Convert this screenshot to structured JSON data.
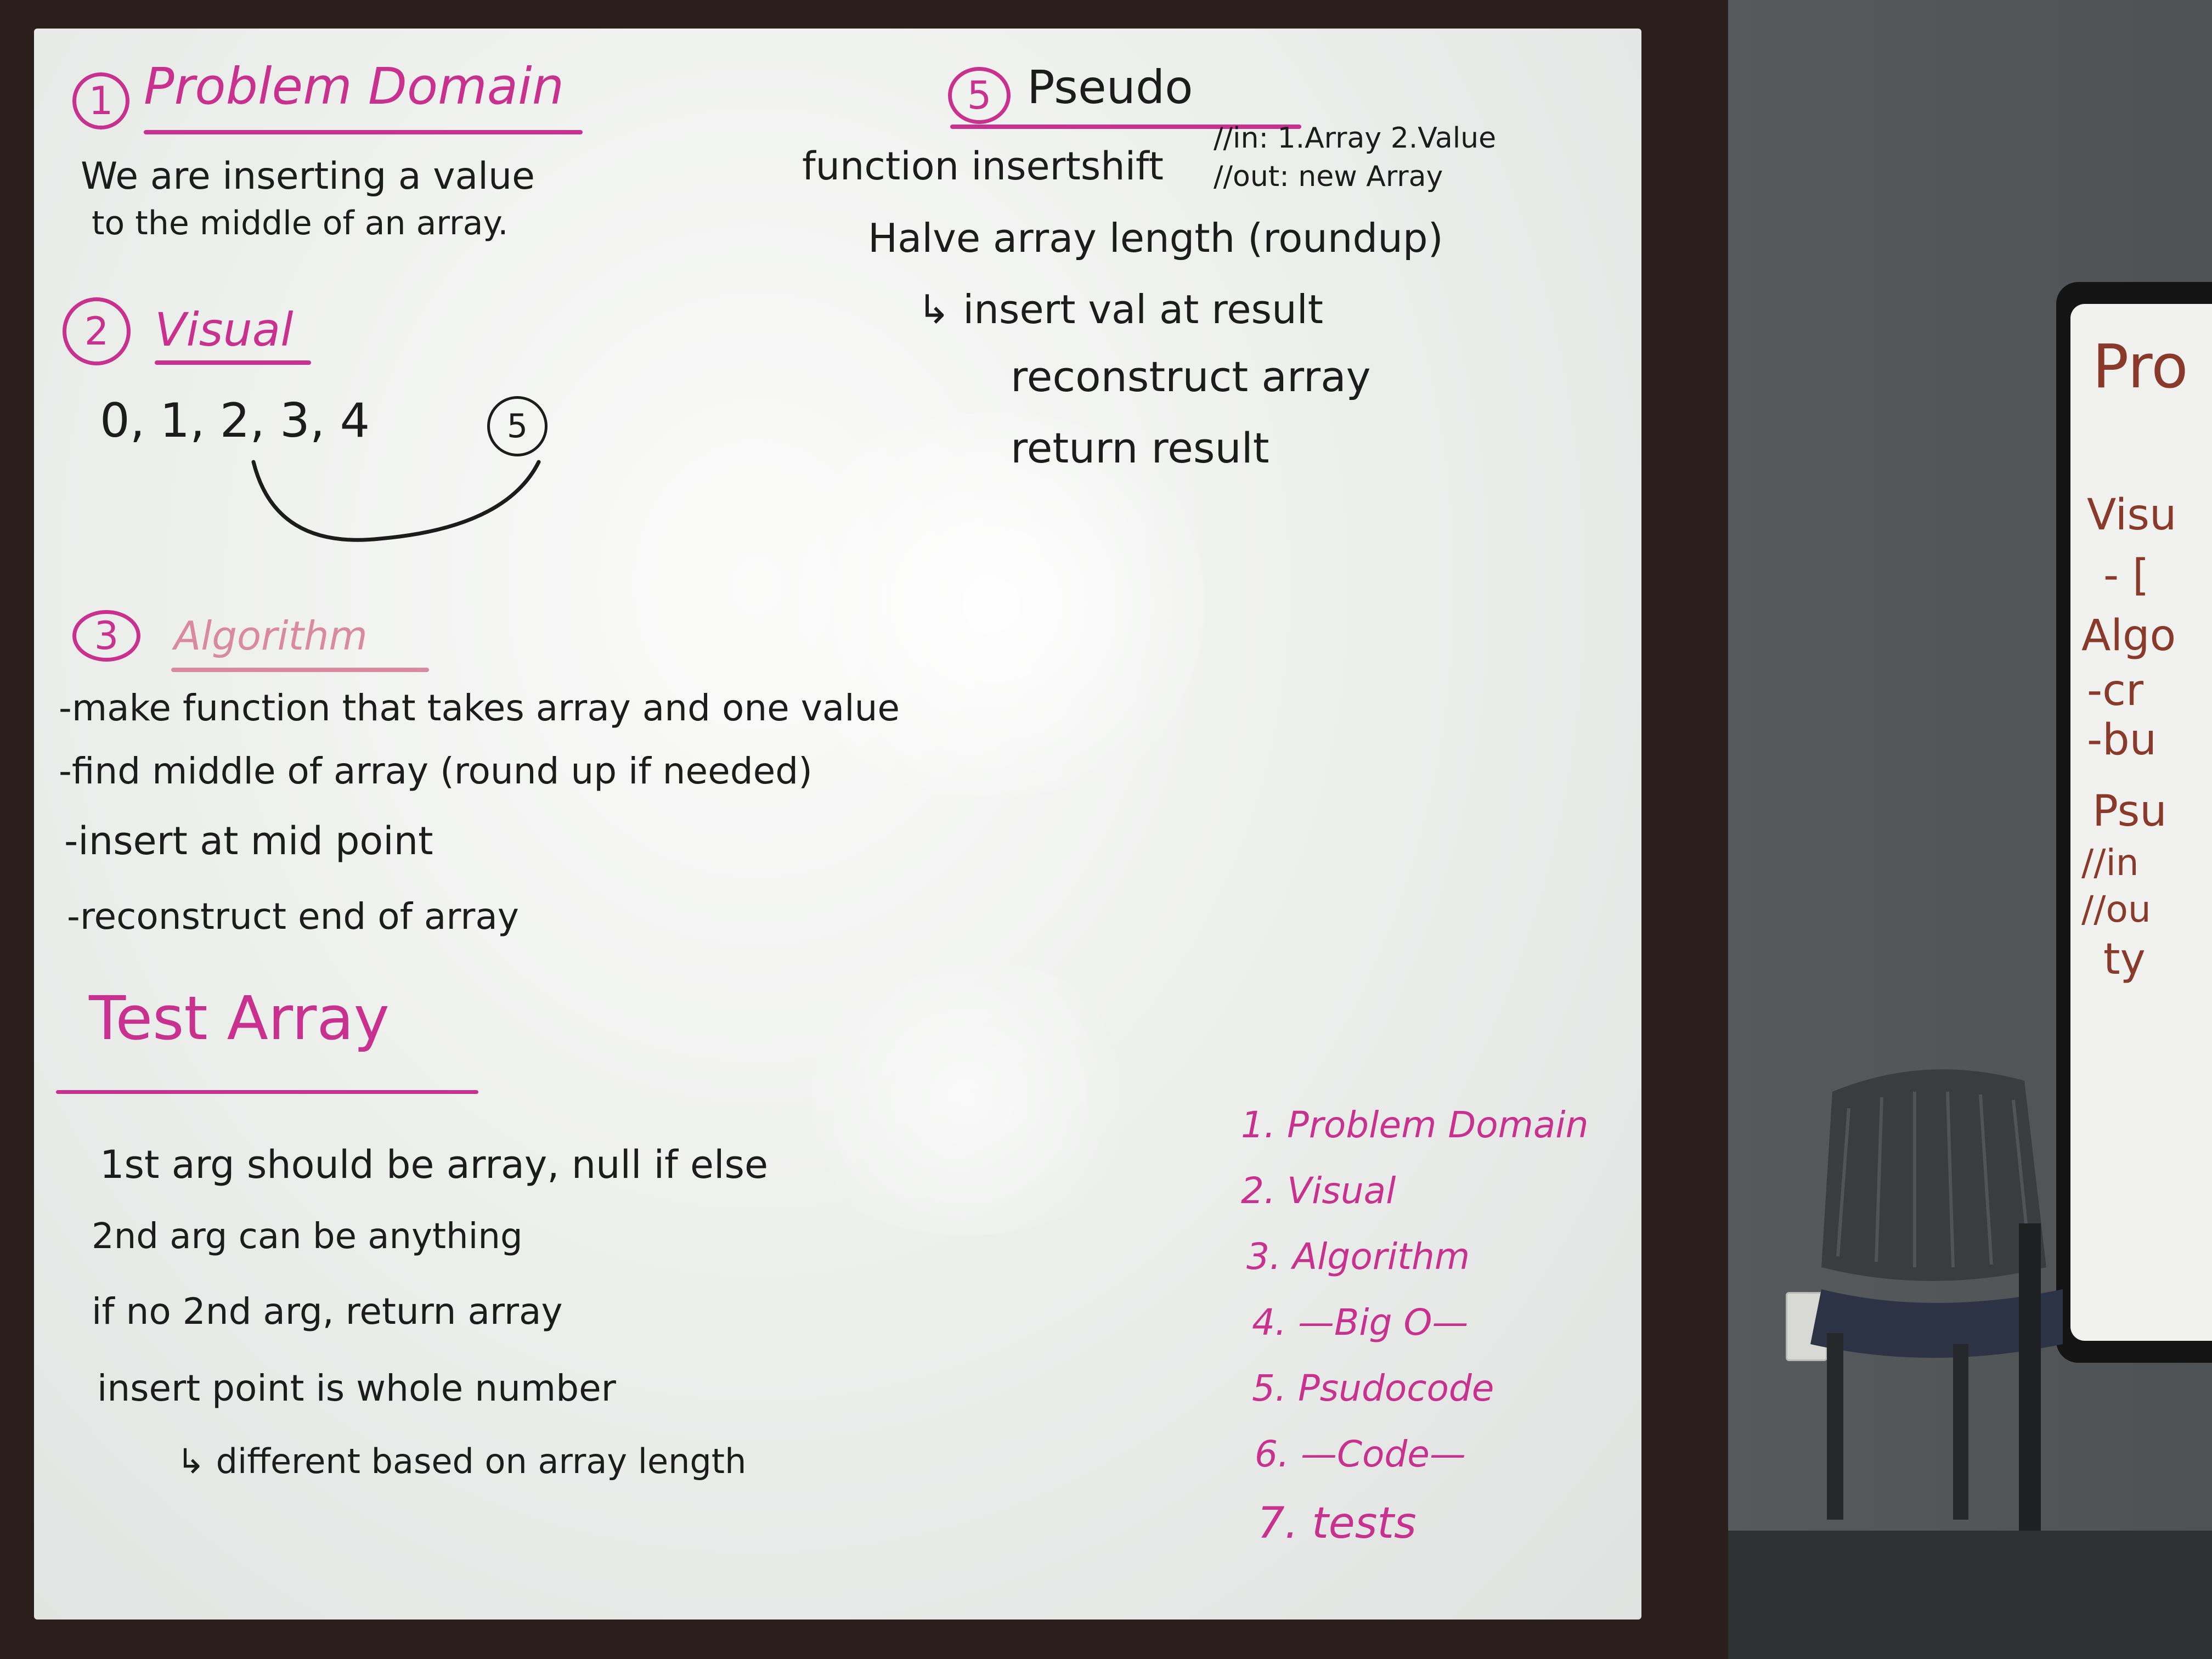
{
  "board": {
    "problem_domain": {
      "number": "1",
      "title": "Problem Domain",
      "lines": [
        "We are inserting a value",
        "to the middle of an array."
      ]
    },
    "visual": {
      "number": "2",
      "title": "Visual",
      "sequence": "0, 1, 2, 3, 4",
      "inserted": "5"
    },
    "algorithm": {
      "number": "3",
      "title": "Algorithm",
      "steps": [
        "-make function that takes array and one value",
        "-find middle of array (round up if needed)",
        "-insert at mid point",
        "-reconstruct end of array"
      ]
    },
    "test_array": {
      "title": "Test Array",
      "lines": [
        "1st arg should be array, null if else",
        "2nd arg can be anything",
        "if no 2nd arg, return array",
        "insert point is whole number",
        "↳ different based on array length"
      ]
    },
    "pseudo": {
      "number": "5",
      "title": "Pseudo",
      "signature": "function insertshift",
      "comment_in": "//in: 1.Array 2.Value",
      "comment_out": "//out: new Array",
      "lines": [
        "Halve array length (roundup)",
        "↳ insert val at result",
        "reconstruct array",
        "return result"
      ]
    },
    "checklist": [
      "1. Problem Domain",
      "2. Visual",
      "3. Algorithm",
      "4. —Big O—",
      "5. Psudocode",
      "6. —Code—",
      "7. tests"
    ]
  },
  "side_board": {
    "fragments": [
      "Pro",
      "Visu",
      "- [",
      "Algo",
      "-cr",
      "-bu",
      "Psu",
      "//in",
      "//ou",
      "ty"
    ]
  },
  "colors": {
    "marker_pink": "#c8328e",
    "marker_black": "#1c1c1c",
    "marker_brown": "#8a3a2a",
    "frame": "#2b1f1c"
  }
}
